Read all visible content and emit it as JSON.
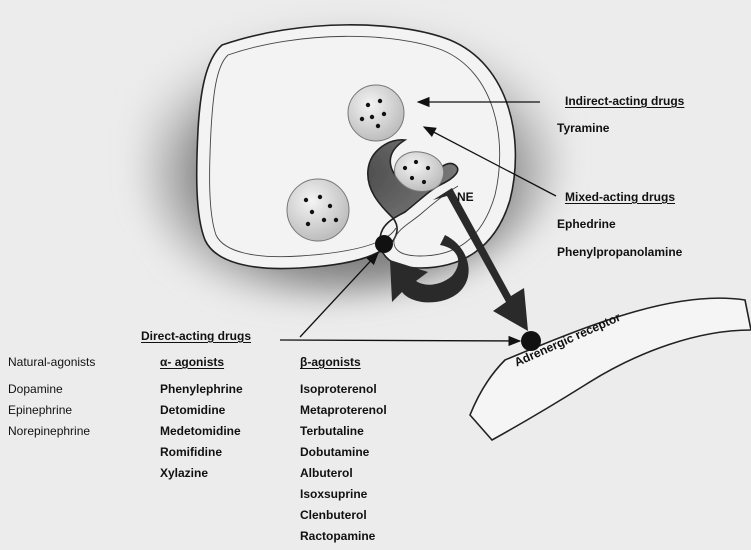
{
  "labels": {
    "indirect_title": "Indirect-acting drugs",
    "indirect_example": "Tyramine",
    "mixed_title": "Mixed-acting drugs",
    "mixed_examples": [
      "Ephedrine",
      "Phenylpropanolamine"
    ],
    "ne": "NE",
    "direct_title": "Direct-acting drugs",
    "receptor": "Adrenergic receptor"
  },
  "columns": [
    {
      "header": "Natural-agonists",
      "items": [
        "Dopamine",
        "Epinephrine",
        "Norepinephrine"
      ]
    },
    {
      "header": "α- agonists",
      "items": [
        "Phenylephrine",
        "Detomidine",
        "Medetomidine",
        "Romifidine",
        "Xylazine"
      ]
    },
    {
      "header": "β-agonists",
      "items": [
        "Isoproterenol",
        "Metaproterenol",
        "Terbutaline",
        "Dobutamine",
        "Albuterol",
        "Isoxsuprine",
        "Clenbuterol",
        "Ractopamine"
      ]
    }
  ],
  "colors": {
    "background": "#ececec",
    "shadow": "#5a5a5a",
    "arrow": "#2a2a2a",
    "vesicle": "#c8c8c8"
  }
}
